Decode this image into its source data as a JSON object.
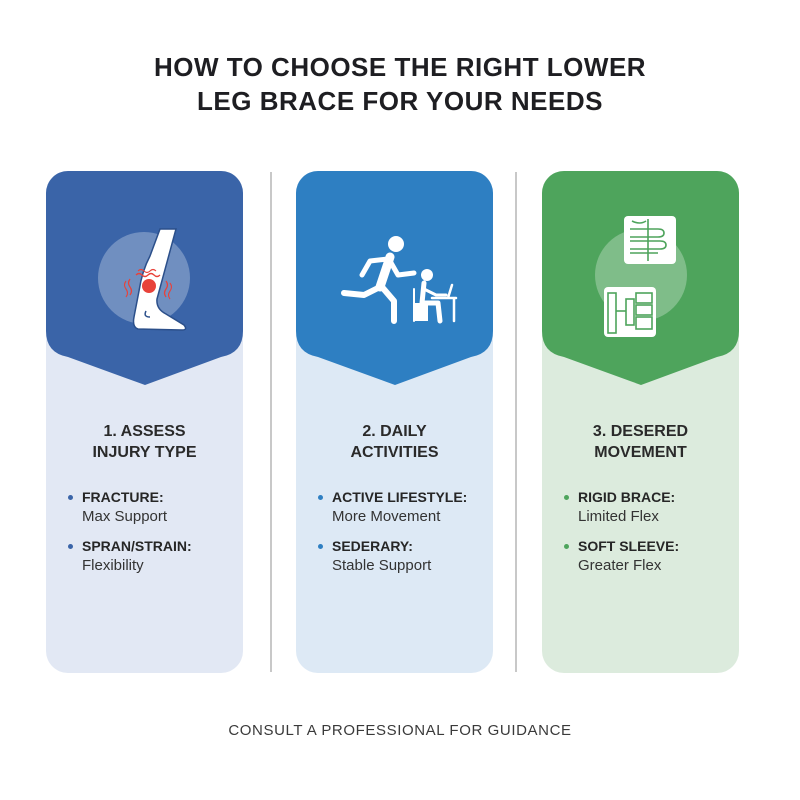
{
  "title": {
    "line1": "HOW TO CHOOSE THE RIGHT LOWER",
    "line2": "LEG BRACE FOR YOUR NEEDS"
  },
  "colors": {
    "panel1_header": "#3a64a8",
    "panel1_body": "#e2e8f4",
    "panel2_header": "#2e7fc2",
    "panel2_body": "#dde9f5",
    "panel3_header": "#4ea45c",
    "panel3_body": "#dcebdd",
    "pain_red": "#e8423a"
  },
  "panels": [
    {
      "icon": "injured-ankle-icon",
      "step_line1": "1. ASSESS",
      "step_line2": "INJURY TYPE",
      "items": [
        {
          "key": "FRACTURE:",
          "value": "Max Support"
        },
        {
          "key": "SPRAN/STRAIN:",
          "value": "Flexibility"
        }
      ]
    },
    {
      "icon": "running-and-desk-worker-icon",
      "step_line1": "2. DAILY",
      "step_line2": "ACTIVITIES",
      "items": [
        {
          "key": "ACTIVE LIFESTYLE:",
          "value": "More Movement"
        },
        {
          "key": "SEDERARY:",
          "value": "Stable Support"
        }
      ]
    },
    {
      "icon": "brace-comparison-icon",
      "step_line1": "3. DESERED",
      "step_line2": "MOVEMENT",
      "items": [
        {
          "key": "RIGID BRACE:",
          "value": "Limited Flex"
        },
        {
          "key": "SOFT SLEEVE:",
          "value": "Greater Flex"
        }
      ]
    }
  ],
  "footer": "CONSULT A PROFESSIONAL FOR GUIDANCE"
}
